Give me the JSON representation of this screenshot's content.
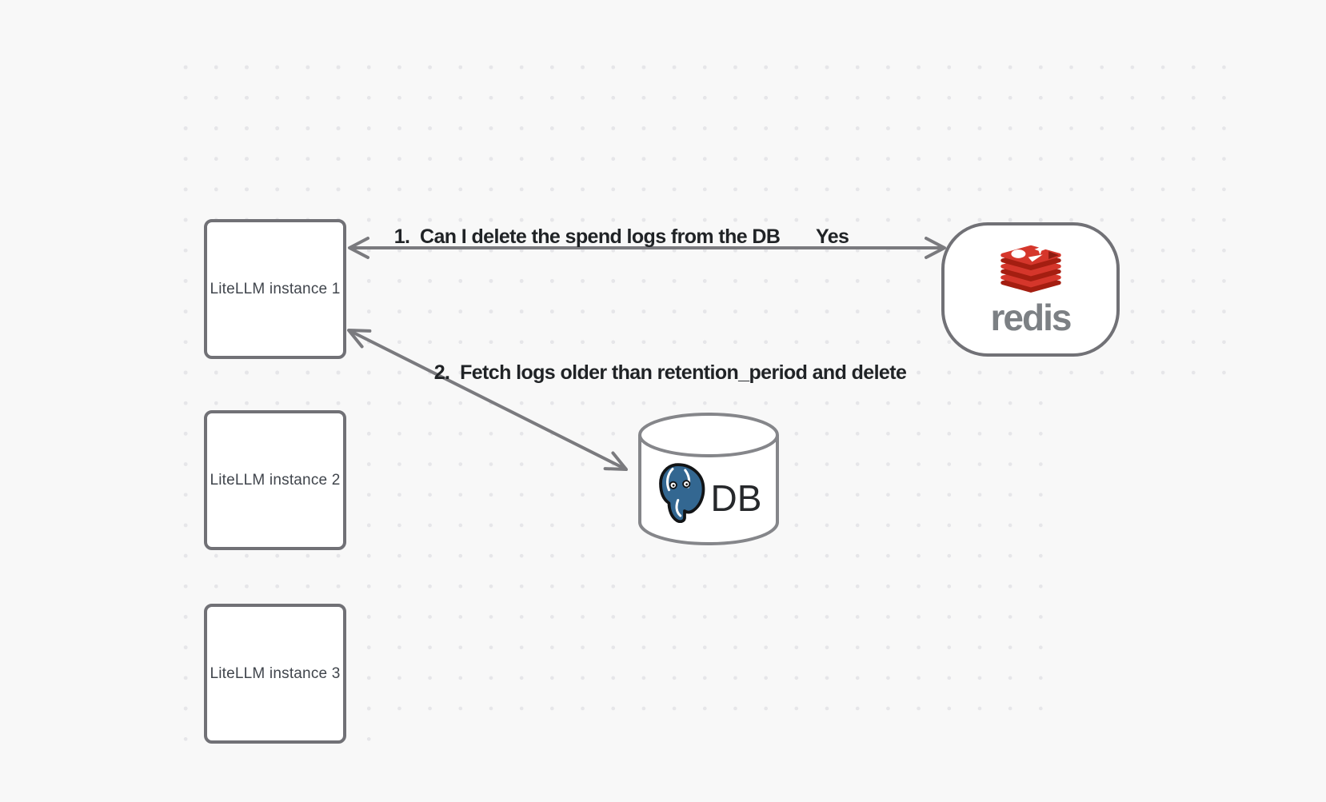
{
  "diagram": {
    "nodes": {
      "litellm_instances": [
        {
          "label": "LiteLLM instance 1"
        },
        {
          "label": "LiteLLM instance 2"
        },
        {
          "label": "LiteLLM instance 3"
        }
      ],
      "redis": {
        "wordmark": "redis",
        "icon": "redis-stack-logo"
      },
      "database": {
        "label": "DB",
        "icon": "postgresql-elephant-logo",
        "shape": "cylinder"
      }
    },
    "edges": [
      {
        "id": 1,
        "label": "1.  Can I delete the spend logs from the DB",
        "response": "Yes",
        "from": "redis",
        "to": "LiteLLM instance 1",
        "style": "double-headed-arrow"
      },
      {
        "id": 2,
        "label": "2.  Fetch logs older than retention_period and delete",
        "from": "LiteLLM instance 1",
        "to": "DB",
        "style": "double-headed-arrow"
      }
    ],
    "colors": {
      "background": "#f8f8f8",
      "grid_dot": "#e6e6e9",
      "shape_stroke": "#717176",
      "arrow_stroke": "#7a7a7e",
      "shape_fill": "#ffffff",
      "box_label_text": "#40454c",
      "edge_label_text": "#202326",
      "redis_red": "#d5362b",
      "redis_dark_red": "#a41e11",
      "redis_wordmark_gray": "#7c8084",
      "postgres_blue": "#336791",
      "db_label_text": "#26282b"
    }
  }
}
